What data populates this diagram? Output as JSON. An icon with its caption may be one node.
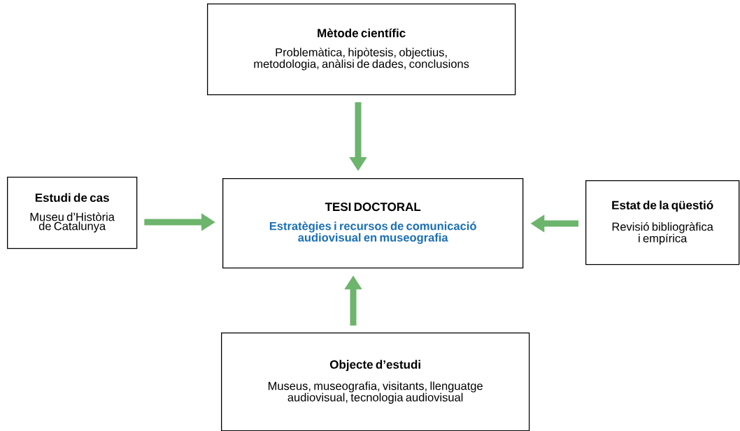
{
  "diagram": {
    "nodes": [
      {
        "text": [
          "Mètode científic",
          "Problemàtica, hipòtesis, objectius, metodologia, anàlisi de dades, conclusions"
        ]
      },
      {
        "text": [
          "Estudi de cas",
          "Museu d’Història de Catalunya"
        ]
      },
      {
        "text": [
          "TESI DOCTORAL",
          "Estratègies i recursos de comunicació audiovisual en museografia"
        ]
      },
      {
        "text": [
          "Estat de la qüestió",
          "Revisió bibliogràfica i empírica"
        ]
      },
      {
        "text": [
          "Objecte d’estudi",
          "Museus, museografia, visitants, llenguatge audiovisual, tecnologia audiovisual"
        ]
      }
    ],
    "edges": [
      {
        "from": 0,
        "to": 2,
        "arrow": "to"
      },
      {
        "from": 1,
        "to": 2,
        "arrow": "to"
      },
      {
        "from": 3,
        "to": 2,
        "arrow": "to"
      },
      {
        "from": 4,
        "to": 2,
        "arrow": "to"
      }
    ]
  }
}
